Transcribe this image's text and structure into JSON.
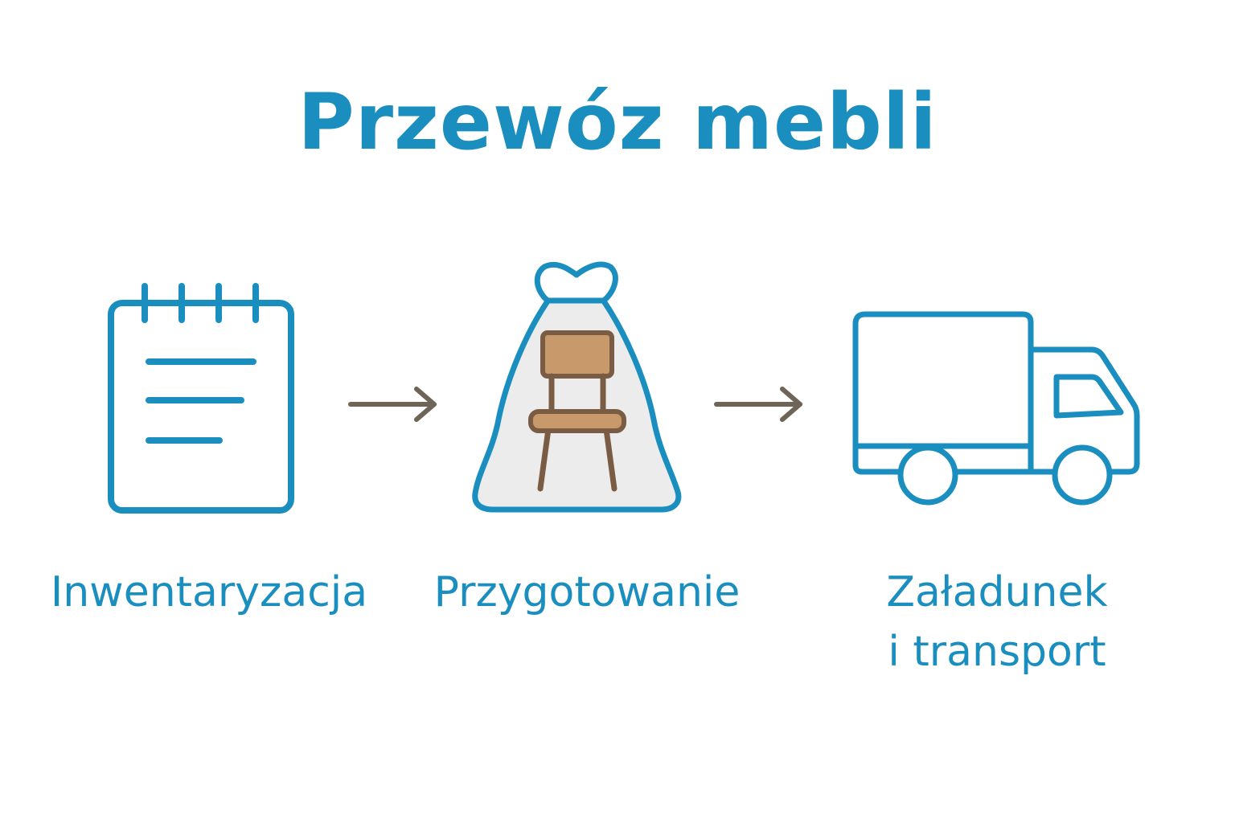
{
  "title": "Przewóz mebli",
  "colors": {
    "accent": "#1a8fbf",
    "arrow": "#6e6458",
    "chair": "#c8996a",
    "chair_outline": "#7a5c44",
    "bag_fill": "#ececec"
  },
  "steps": [
    {
      "icon": "notepad-icon",
      "label": "Inwentaryzacja"
    },
    {
      "icon": "wrapped-chair-icon",
      "label": "Przygotowanie"
    },
    {
      "icon": "truck-icon",
      "label_line1": "Załadunek",
      "label_line2": "i transport"
    }
  ]
}
